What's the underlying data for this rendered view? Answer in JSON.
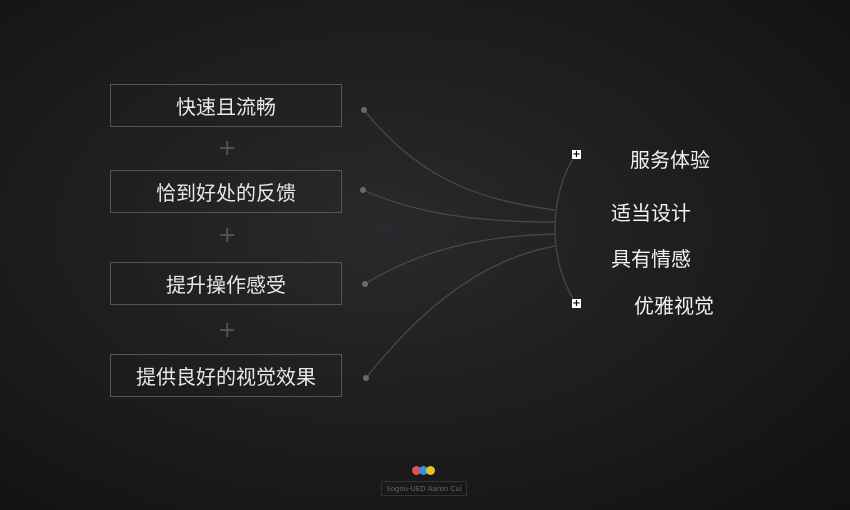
{
  "left_items": [
    "快速且流畅",
    "恰到好处的反馈",
    "提升操作感受",
    "提供良好的视觉效果"
  ],
  "plus_symbol": "+",
  "right_items": [
    "服务体验",
    "适当设计",
    "具有情感",
    "优雅视觉"
  ],
  "expand_symbol": "+",
  "logo_colors": [
    "#e05252",
    "#3b8ee6",
    "#e6c322"
  ],
  "credit": "Sogou-UED  Aaron Cui"
}
